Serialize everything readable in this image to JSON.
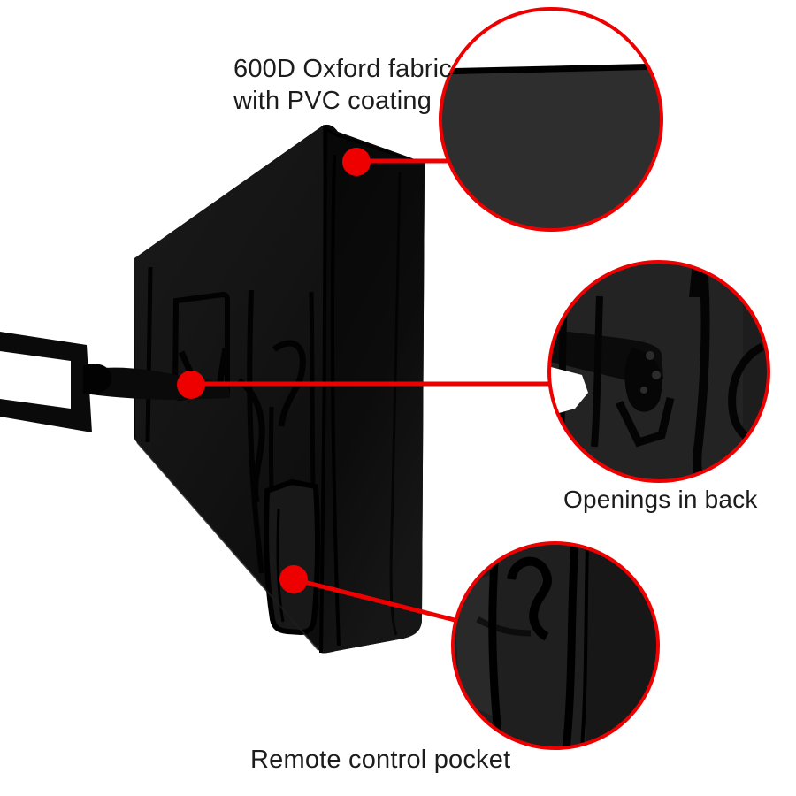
{
  "colors": {
    "background": "#ffffff",
    "accent_red": "#ee0000",
    "label_text": "#1c1c1c",
    "fabric_black": "#121212",
    "magnified_fabric_gray": "#2e2e2e"
  },
  "callouts": {
    "fabric": {
      "label_line1": "600D Oxford fabric",
      "label_line2": "with PVC coating"
    },
    "openings": {
      "label": "Openings in back"
    },
    "pocket": {
      "label": "Remote control pocket"
    }
  }
}
